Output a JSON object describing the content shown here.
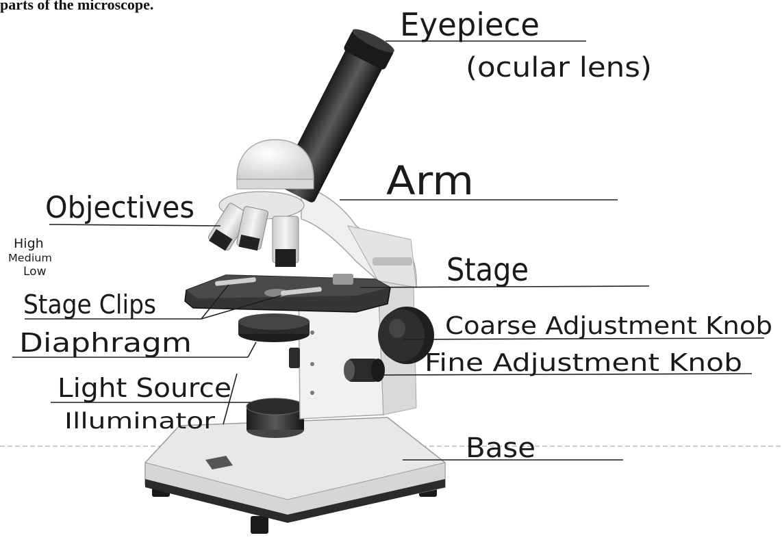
{
  "heading": "parts of the microscope.",
  "labels": {
    "eyepiece": "Eyepiece",
    "eyepiece_sub": "(ocular lens)",
    "arm": "Arm",
    "objectives": "Objectives",
    "obj_high": "High",
    "obj_medium": "Medium",
    "obj_low": "Low",
    "stage": "Stage",
    "stage_clips": "Stage Clips",
    "coarse_knob": "Coarse Adjustment Knob",
    "diaphragm": "Diaphragm",
    "fine_knob": "Fine Adjustment Knob",
    "light_source": "Light Source",
    "illuminator": "Illuminator",
    "base": "Base"
  }
}
